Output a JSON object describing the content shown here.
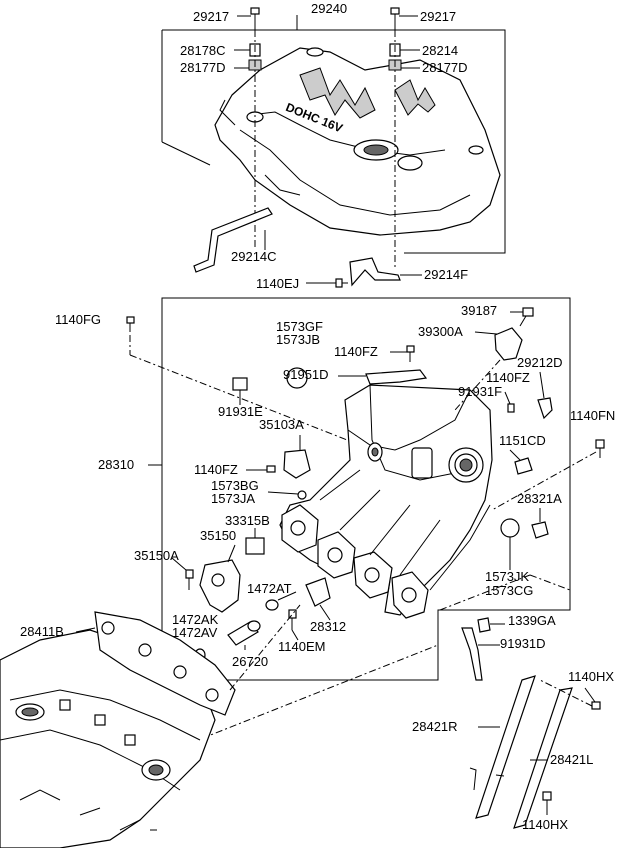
{
  "labels": {
    "p29217_l": "29217",
    "p29240": "29240",
    "p29217_r": "29217",
    "p28178C": "28178C",
    "p28214": "28214",
    "p28177D_l": "28177D",
    "p28177D_r": "28177D",
    "p29214C": "29214C",
    "p1140EJ": "1140EJ",
    "p29214F": "29214F",
    "p39187": "39187",
    "p1140FG": "1140FG",
    "p1573GF": "1573GF",
    "p1573JB": "1573JB",
    "p39300A": "39300A",
    "p1140FZ_a": "1140FZ",
    "p29212D": "29212D",
    "p91951D": "91951D",
    "p1140FZ_b": "1140FZ",
    "p91931F": "91931F",
    "p91931E": "91931E",
    "p1140FN": "1140FN",
    "p35103A": "35103A",
    "p1151CD": "1151CD",
    "p28310": "28310",
    "p1140FZ_c": "1140FZ",
    "p1573BG": "1573BG",
    "p1573JA": "1573JA",
    "p28321A": "28321A",
    "p33315B": "33315B",
    "p35150": "35150",
    "p35150A": "35150A",
    "p1573JK": "1573JK",
    "p1573CG": "1573CG",
    "p1472AT": "1472AT",
    "p28411B": "28411B",
    "p1472AK": "1472AK",
    "p1472AV": "1472AV",
    "p28312": "28312",
    "p1339GA": "1339GA",
    "p91931D": "91931D",
    "p1140EM": "1140EM",
    "p26720": "26720",
    "p1140HX_a": "1140HX",
    "p28421R": "28421R",
    "p28421L": "28421L",
    "p1140HX_b": "1140HX"
  },
  "cover_text": "DOHC 16V"
}
